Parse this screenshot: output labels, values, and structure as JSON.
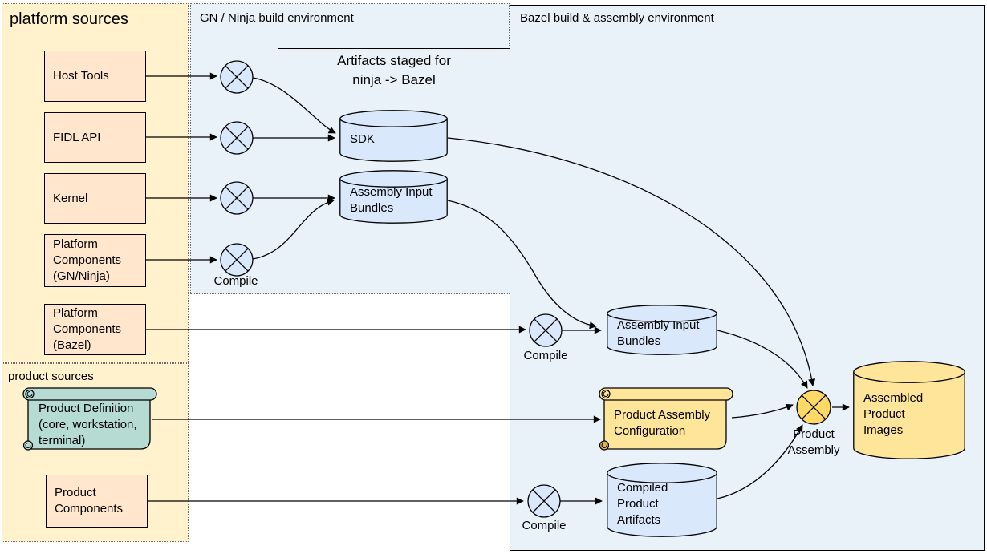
{
  "diagram": {
    "platform_sources": {
      "title": "platform sources"
    },
    "product_sources": {
      "title": "product sources"
    },
    "gn_env": {
      "title": "GN / Ninja build environment"
    },
    "bazel_env": {
      "title": "Bazel build & assembly environment"
    },
    "artifacts_box": {
      "lines": [
        "Artifacts staged for",
        "ninja -> Bazel"
      ]
    },
    "nodes": {
      "host_tools": {
        "lines": [
          "Host Tools"
        ]
      },
      "fidl_api": {
        "lines": [
          "FIDL API"
        ]
      },
      "kernel": {
        "lines": [
          "Kernel"
        ]
      },
      "platform_components_gn": {
        "lines": [
          "Platform",
          "Components",
          "(GN/Ninja)"
        ]
      },
      "platform_components_bazel": {
        "lines": [
          "Platform",
          "Components",
          "(Bazel)"
        ]
      },
      "product_definition": {
        "lines": [
          "Product Definition",
          "(core, workstation,",
          "terminal)"
        ]
      },
      "product_components": {
        "lines": [
          "Product",
          "Components"
        ]
      },
      "sdk": {
        "lines": [
          "SDK"
        ]
      },
      "assembly_input_bundles_ninja": {
        "lines": [
          "Assembly Input",
          "Bundles"
        ]
      },
      "assembly_input_bundles_bazel": {
        "lines": [
          "Assembly Input",
          "Bundles"
        ]
      },
      "product_assembly_configuration": {
        "lines": [
          "Product Assembly",
          "Configuration"
        ]
      },
      "compiled_product_artifacts": {
        "lines": [
          "Compiled",
          "Product",
          "Artifacts"
        ]
      },
      "assembled_product_images": {
        "lines": [
          "Assembled",
          "Product",
          "Images"
        ]
      }
    },
    "labels": {
      "compile": "Compile",
      "product_assembly": {
        "lines": [
          "Product",
          "Assembly"
        ]
      }
    },
    "colors": {
      "panel_yellow": "#FFF2CC",
      "box_orange": "#FFE6CC",
      "env_blue": "#EAF2F9",
      "shape_blue": "#DAE8FC",
      "shape_yellow": "#FFE599",
      "accent_yellow": "#FFD966",
      "scroll_teal": "#B5DBD3",
      "stroke": "#000000"
    }
  }
}
